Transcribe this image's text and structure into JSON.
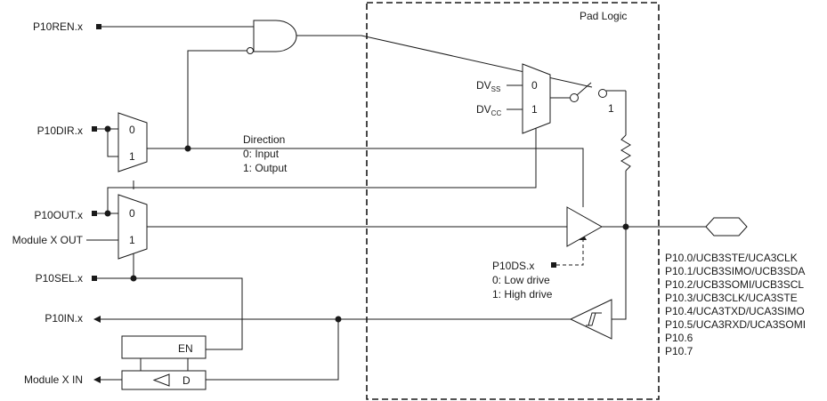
{
  "pad_logic_label": "Pad Logic",
  "signals": {
    "ren": "P10REN.x",
    "dir": "P10DIR.x",
    "out": "P10OUT.x",
    "module_out": "Module X OUT",
    "sel": "P10SEL.x",
    "in": "P10IN.x",
    "module_in": "Module X IN",
    "ds": "P10DS.x"
  },
  "direction": {
    "title": "Direction",
    "opt0": "0: Input",
    "opt1": "1: Output"
  },
  "drive": {
    "opt0": "0: Low drive",
    "opt1": "1: High drive"
  },
  "mux_inputs": {
    "zero": "0",
    "one": "1"
  },
  "supply": {
    "dvss_main": "DV",
    "dvss_sub": "SS",
    "dvcc_main": "DV",
    "dvcc_sub": "CC"
  },
  "switch_label": "1",
  "buffer": {
    "en": "EN",
    "d": "D"
  },
  "pins": [
    "P10.0/UCB3STE/UCA3CLK",
    "P10.1/UCB3SIMO/UCB3SDA",
    "P10.2/UCB3SOMI/UCB3SCL",
    "P10.3/UCB3CLK/UCA3STE",
    "P10.4/UCA3TXD/UCA3SIMO",
    "P10.5/UCA3RXD/UCA3SOMI",
    "P10.6",
    "P10.7"
  ]
}
